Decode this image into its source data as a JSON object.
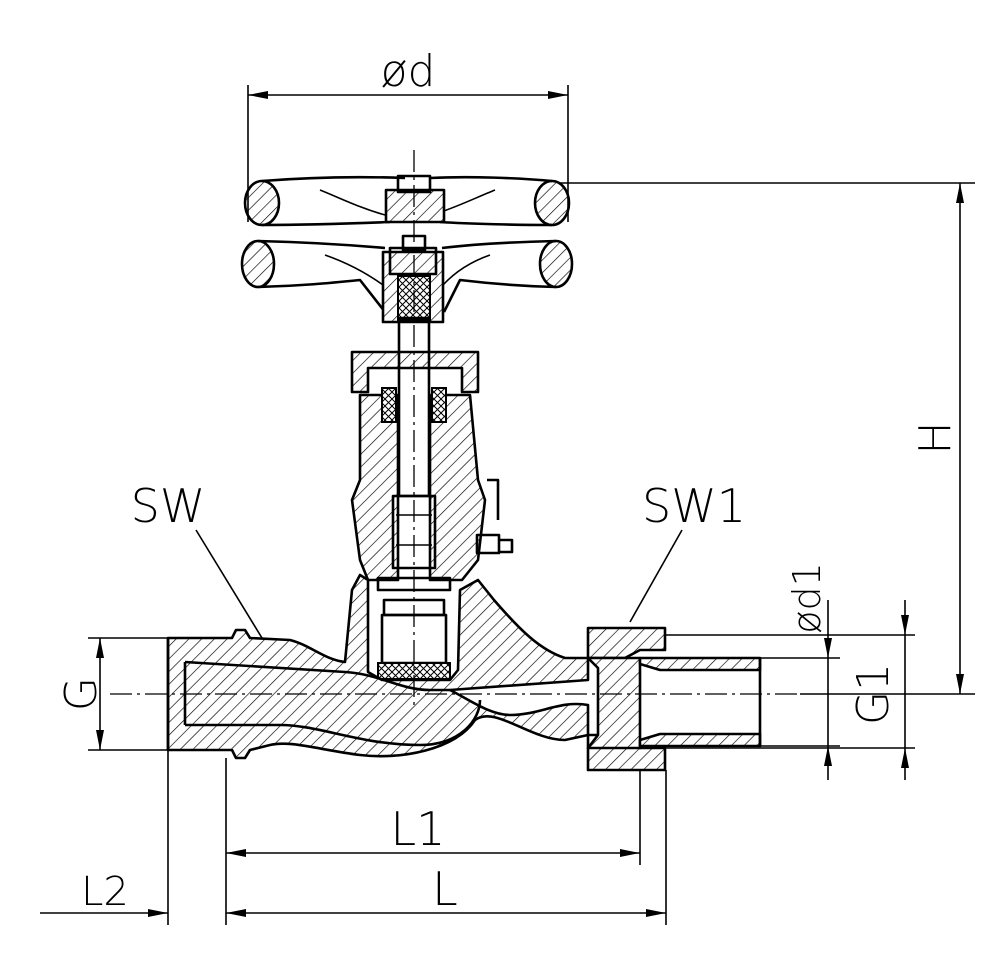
{
  "drawing": {
    "labels": {
      "od": "ød",
      "H": "H",
      "SW": "SW",
      "SW1": "SW1",
      "od1": "ød1",
      "G": "G",
      "G1": "G1",
      "L1": "L1",
      "L": "L",
      "L2": "L2"
    }
  }
}
